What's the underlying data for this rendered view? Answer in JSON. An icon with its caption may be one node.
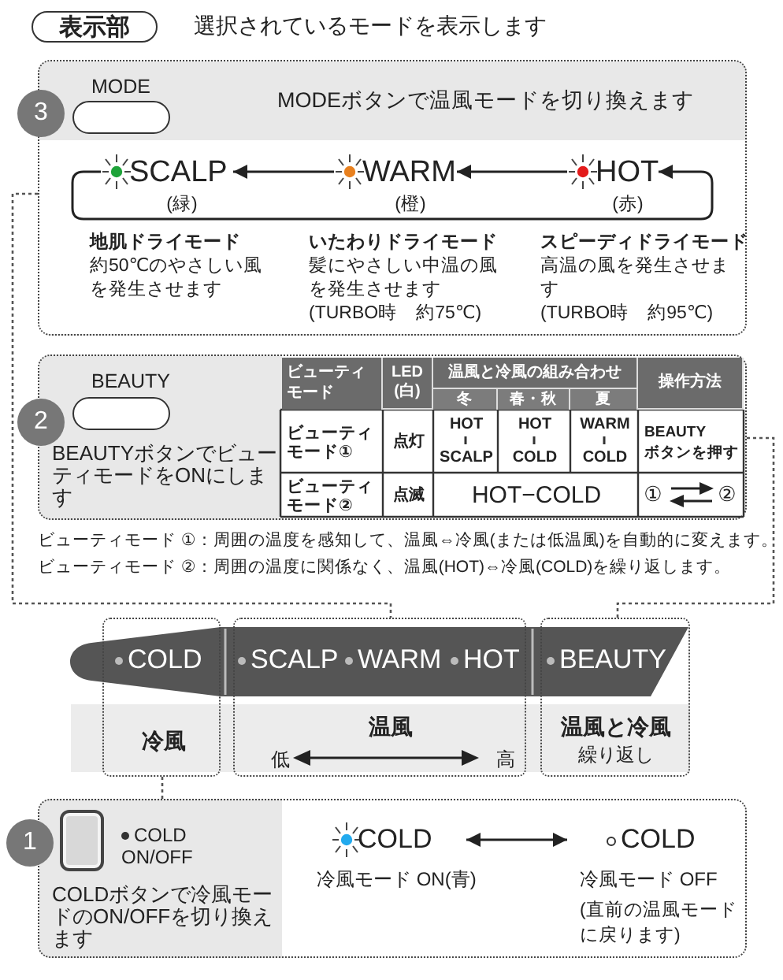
{
  "diagram": {
    "nodes": [
      {
        "text": [
          "表示部"
        ],
        "beside": [
          "選択されているモードを表示します"
        ]
      },
      {
        "text": [
          "3"
        ]
      },
      {
        "text": [
          "MODEボタンで温風モードを切り換えます"
        ]
      },
      {
        "text": [
          "MODE"
        ],
        "in": 2
      },
      {
        "text": [
          "SCALP",
          "(緑)"
        ],
        "in": 2,
        "beside": [
          "地肌ドライモード",
          "約50℃のやさしい風を発生させます"
        ]
      },
      {
        "text": [
          "WARM",
          "(橙)"
        ],
        "in": 2,
        "beside": [
          "いたわりドライモード",
          "髪にやさしい中温の風を発生させます",
          "(TURBO時　約75℃)"
        ]
      },
      {
        "text": [
          "HOT",
          "(赤)"
        ],
        "in": 2,
        "beside": [
          "スピーディドライモード",
          "高温の風を発生させます",
          "(TURBO時　約95℃)"
        ]
      },
      {
        "text": [
          "2"
        ]
      },
      {
        "text": [
          "BEAUTYボタンでビューティモードをONにします"
        ]
      },
      {
        "text": [
          "BEAUTY"
        ],
        "in": 8
      },
      {
        "text": [
          "COLD",
          "冷風"
        ]
      },
      {
        "text": [
          "SCALP",
          "WARM",
          "HOT",
          "温風",
          "低",
          "高"
        ]
      },
      {
        "text": [
          "BEAUTY",
          "温風と冷風",
          "繰り返し"
        ]
      },
      {
        "text": [
          "1"
        ]
      },
      {
        "text": [
          "COLDボタンで冷風モードのON/OFFを切り換えます"
        ]
      },
      {
        "text": [
          "COLD ON/OFF"
        ],
        "in": 14
      },
      {
        "text": [
          "COLD",
          "冷風モード ON(青)"
        ],
        "in": 14
      },
      {
        "text": [
          "COLD",
          "冷風モード OFF",
          "(直前の温風モードに戻ります)"
        ],
        "in": 14
      }
    ],
    "edges": [
      {
        "from": 6,
        "to": 5,
        "arrow": "to"
      },
      {
        "from": 5,
        "to": 4,
        "arrow": "to"
      },
      {
        "from": 4,
        "to": 6,
        "arrow": "to"
      },
      {
        "from": 2,
        "to": 11,
        "arrow": "none",
        "style": "dashed"
      },
      {
        "from": 8,
        "to": 12,
        "arrow": "none",
        "style": "dashed"
      },
      {
        "from": 14,
        "to": 10,
        "arrow": "none",
        "style": "dashed"
      },
      {
        "from": 16,
        "to": 17,
        "arrow": "both"
      }
    ],
    "labels": [
      "ビューティモード",
      "LED(白)",
      "温風と冷風の組み合わせ",
      "冬",
      "春・秋",
      "夏",
      "操作方法",
      "ビューティモード①",
      "点灯",
      "HOT",
      "SCALP",
      "HOT",
      "COLD",
      "WARM",
      "COLD",
      "BEAUTYボタンを押す",
      "ビューティモード②",
      "点滅",
      "HOT−COLD",
      "①",
      "②",
      "ビューティモード ①：周囲の温度を感知して、温風⇔冷風(または低温風)を自動的に変えます。",
      "ビューティモード ②：周囲の温度に関係なく、温風(HOT)⇔冷風(COLD)を繰り返します。"
    ]
  }
}
